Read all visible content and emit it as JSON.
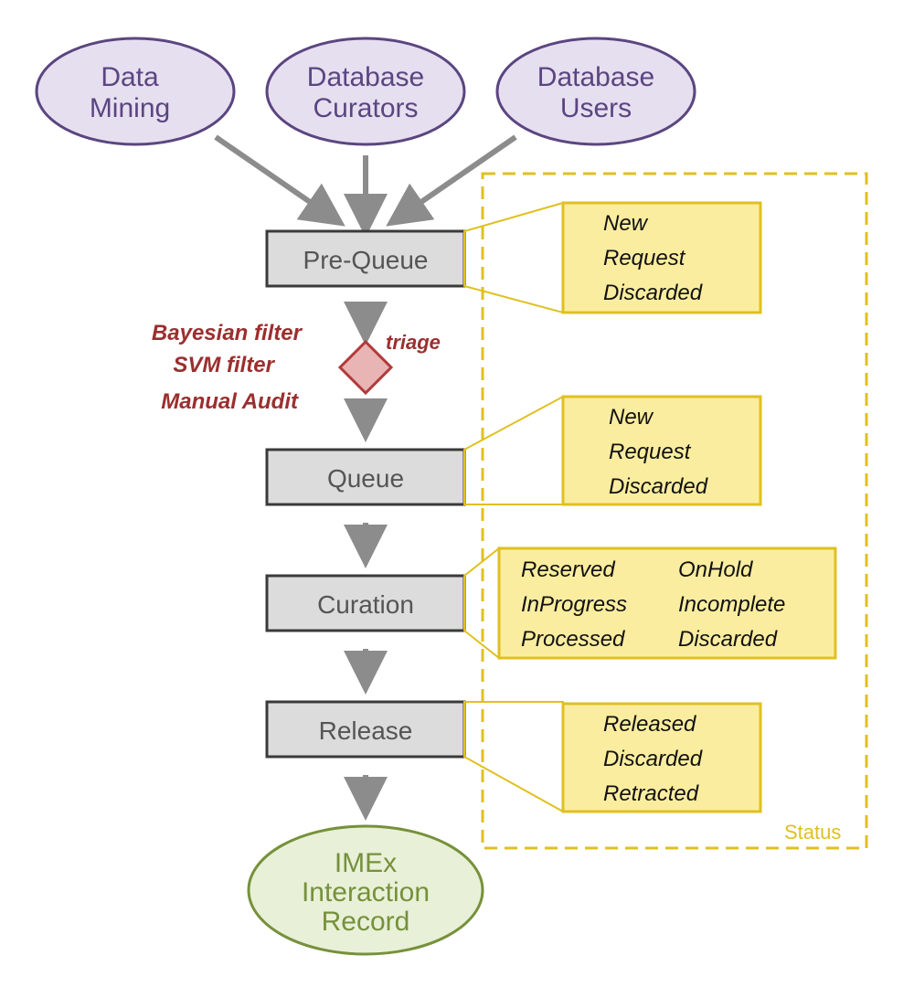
{
  "sources": [
    {
      "line1": "Data",
      "line2": "Mining"
    },
    {
      "line1": "Database",
      "line2": "Curators"
    },
    {
      "line1": "Database",
      "line2": "Users"
    }
  ],
  "stages": [
    {
      "label": "Pre-Queue"
    },
    {
      "label": "Queue"
    },
    {
      "label": "Curation"
    },
    {
      "label": "Release"
    }
  ],
  "filters": [
    "Bayesian filter",
    "SVM filter",
    "Manual Audit"
  ],
  "triage_label": "triage",
  "status_boxes": {
    "prequeue": [
      "New",
      "Request",
      "Discarded"
    ],
    "queue": [
      "New",
      "Request",
      "Discarded"
    ],
    "curation_left": [
      "Reserved",
      "InProgress",
      "Processed"
    ],
    "curation_right": [
      "OnHold",
      "Incomplete",
      "Discarded"
    ],
    "release": [
      "Released",
      "Discarded",
      "Retracted"
    ]
  },
  "status_label": "Status",
  "output": {
    "line1": "IMEx",
    "line2": "Interaction",
    "line3": "Record"
  },
  "colors": {
    "source_fill": "#e6dff0",
    "source_stroke": "#5b4580",
    "source_text": "#5b4580",
    "stage_fill": "#dcdcdc",
    "stage_stroke": "#3a3a3a",
    "stage_text": "#555555",
    "arrow": "#8c8c8c",
    "filter_text": "#9b2f2f",
    "diamond_fill": "#e8b4b4",
    "diamond_stroke": "#b03a3a",
    "status_fill": "#fbed9f",
    "status_stroke": "#e0c020",
    "output_fill": "#e8f0d8",
    "output_stroke": "#76913a",
    "output_text": "#76913a"
  }
}
